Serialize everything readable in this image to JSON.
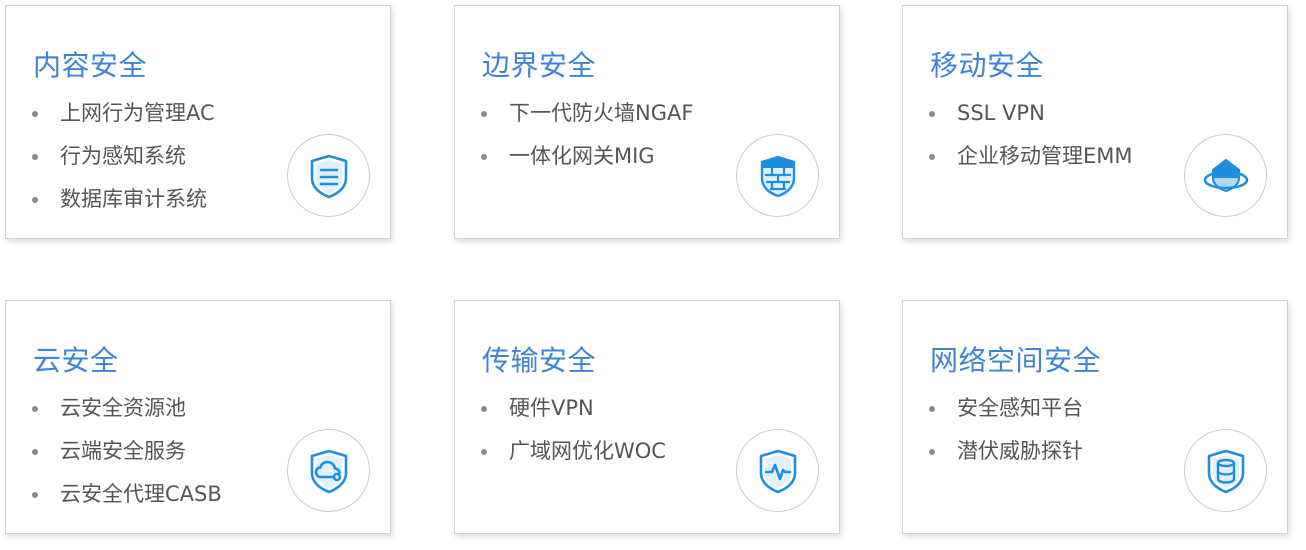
{
  "cards": [
    {
      "title": "内容安全",
      "items": [
        "上网行为管理AC",
        "行为感知系统",
        "数据库审计系统"
      ],
      "icon": "shield-list-icon"
    },
    {
      "title": "边界安全",
      "items": [
        "下一代防火墙NGAF",
        "一体化网关MIG"
      ],
      "icon": "shield-firewall-icon"
    },
    {
      "title": "移动安全",
      "items": [
        "SSL VPN",
        "企业移动管理EMM"
      ],
      "icon": "orbit-shield-icon"
    },
    {
      "title": "云安全",
      "items": [
        "云安全资源池",
        "云端安全服务",
        "云安全代理CASB"
      ],
      "icon": "shield-cloud-icon"
    },
    {
      "title": "传输安全",
      "items": [
        "硬件VPN",
        "广域网优化WOC"
      ],
      "icon": "shield-pulse-icon"
    },
    {
      "title": "网络空间安全",
      "items": [
        "安全感知平台",
        "潜伏威胁探针"
      ],
      "icon": "shield-database-icon"
    }
  ],
  "colors": {
    "accent": "#3d84d2",
    "icon_blue": "#1f8ede",
    "text": "#555555",
    "border": "#cfd3d8"
  }
}
